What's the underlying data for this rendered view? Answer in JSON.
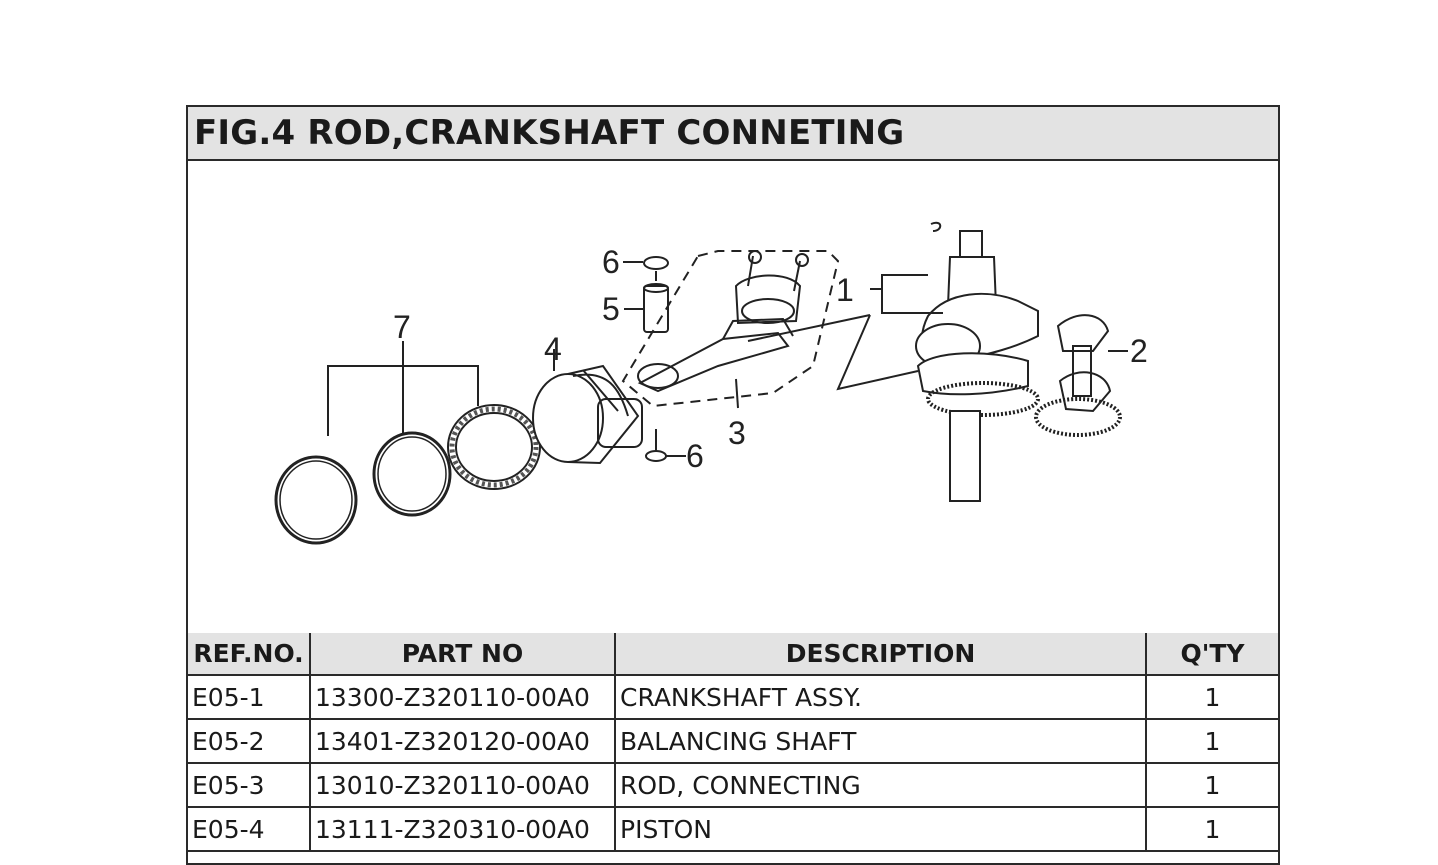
{
  "figure": {
    "title": "FIG.4 ROD,CRANKSHAFT CONNETING",
    "callouts": [
      "1",
      "2",
      "3",
      "4",
      "5",
      "6",
      "6",
      "7"
    ]
  },
  "table": {
    "headers": [
      "REF.NO.",
      "PART NO",
      "DESCRIPTION",
      "Q'TY"
    ],
    "rows": [
      {
        "ref": "E05-1",
        "part_no": "13300-Z320110-00A0",
        "description": "CRANKSHAFT ASSY.",
        "qty": "1"
      },
      {
        "ref": "E05-2",
        "part_no": "13401-Z320120-00A0",
        "description": "BALANCING SHAFT",
        "qty": "1"
      },
      {
        "ref": "E05-3",
        "part_no": "13010-Z320110-00A0",
        "description": "ROD, CONNECTING",
        "qty": "1"
      },
      {
        "ref": "E05-4",
        "part_no": "13111-Z320310-00A0",
        "description": "PISTON",
        "qty": "1"
      }
    ]
  }
}
